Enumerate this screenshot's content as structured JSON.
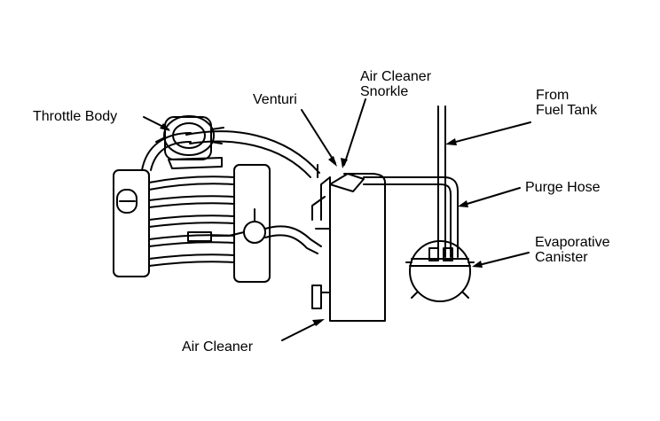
{
  "labels": {
    "throttle_body": "Throttle Body",
    "venturi": "Venturi",
    "air_cleaner_snorkle": [
      "Air Cleaner",
      "Snorkle"
    ],
    "from_fuel_tank": [
      "From",
      "Fuel Tank"
    ],
    "purge_hose": "Purge Hose",
    "evaporative_canister": [
      "Evaporative",
      "Canister"
    ],
    "air_cleaner": "Air Cleaner"
  }
}
